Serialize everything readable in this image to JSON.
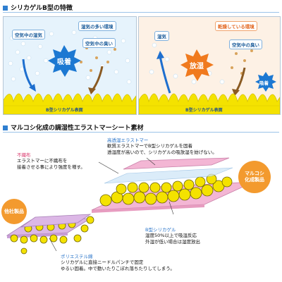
{
  "section1": {
    "title": "シリカゲルB型の特徴",
    "left_panel": {
      "tag_top": "湿気の多い環境",
      "tag_moisture": "空気中の湿気",
      "tag_odor": "空気中の臭い",
      "burst": "吸着",
      "surface": "B型シリカゲル表面"
    },
    "right_panel": {
      "tag_top": "乾燥している環境",
      "tag_moisture": "湿気",
      "tag_odor": "空気中の臭い",
      "burst": "放湿",
      "small_burst": "吸着",
      "surface": "B型シリカゲル表面"
    }
  },
  "section2": {
    "title": "マルコシ化成の調湿性エラストマーシート素材",
    "elastomer": {
      "title": "高透湿エラストマー",
      "lines": [
        "軟質エラストマーでB型シリカゲルを固着",
        "透湿度が高いので、シリカゲルの吸放湿を妨げない。"
      ]
    },
    "nonwoven": {
      "title": "不織布",
      "lines": [
        "エラストマーに不織布を",
        "接着させる事により強度を増す。"
      ]
    },
    "silica": {
      "title": "B型シリカゲル",
      "lines": [
        "湿度50%以上で吸湿反応",
        "外湿が低い場合は湿度放出"
      ]
    },
    "polyester": {
      "title": "ポリエステル綿",
      "lines": [
        "シリカゲルに直接ニードルパンチで固定",
        "ゆるい固着。中で動いたりこぼれ落ちたりしてしまう。"
      ]
    },
    "badge_ours": "マルコシ化成製品",
    "badge_other": "他社製品"
  },
  "colors": {
    "accent_blue": "#2f7fd0",
    "burst_blue": "#1c78d2",
    "burst_orange": "#f07a1e",
    "badge_orange": "#f39a2e",
    "gel_yellow": "#f4e200",
    "sheet_pink": "#f2a9cf"
  }
}
